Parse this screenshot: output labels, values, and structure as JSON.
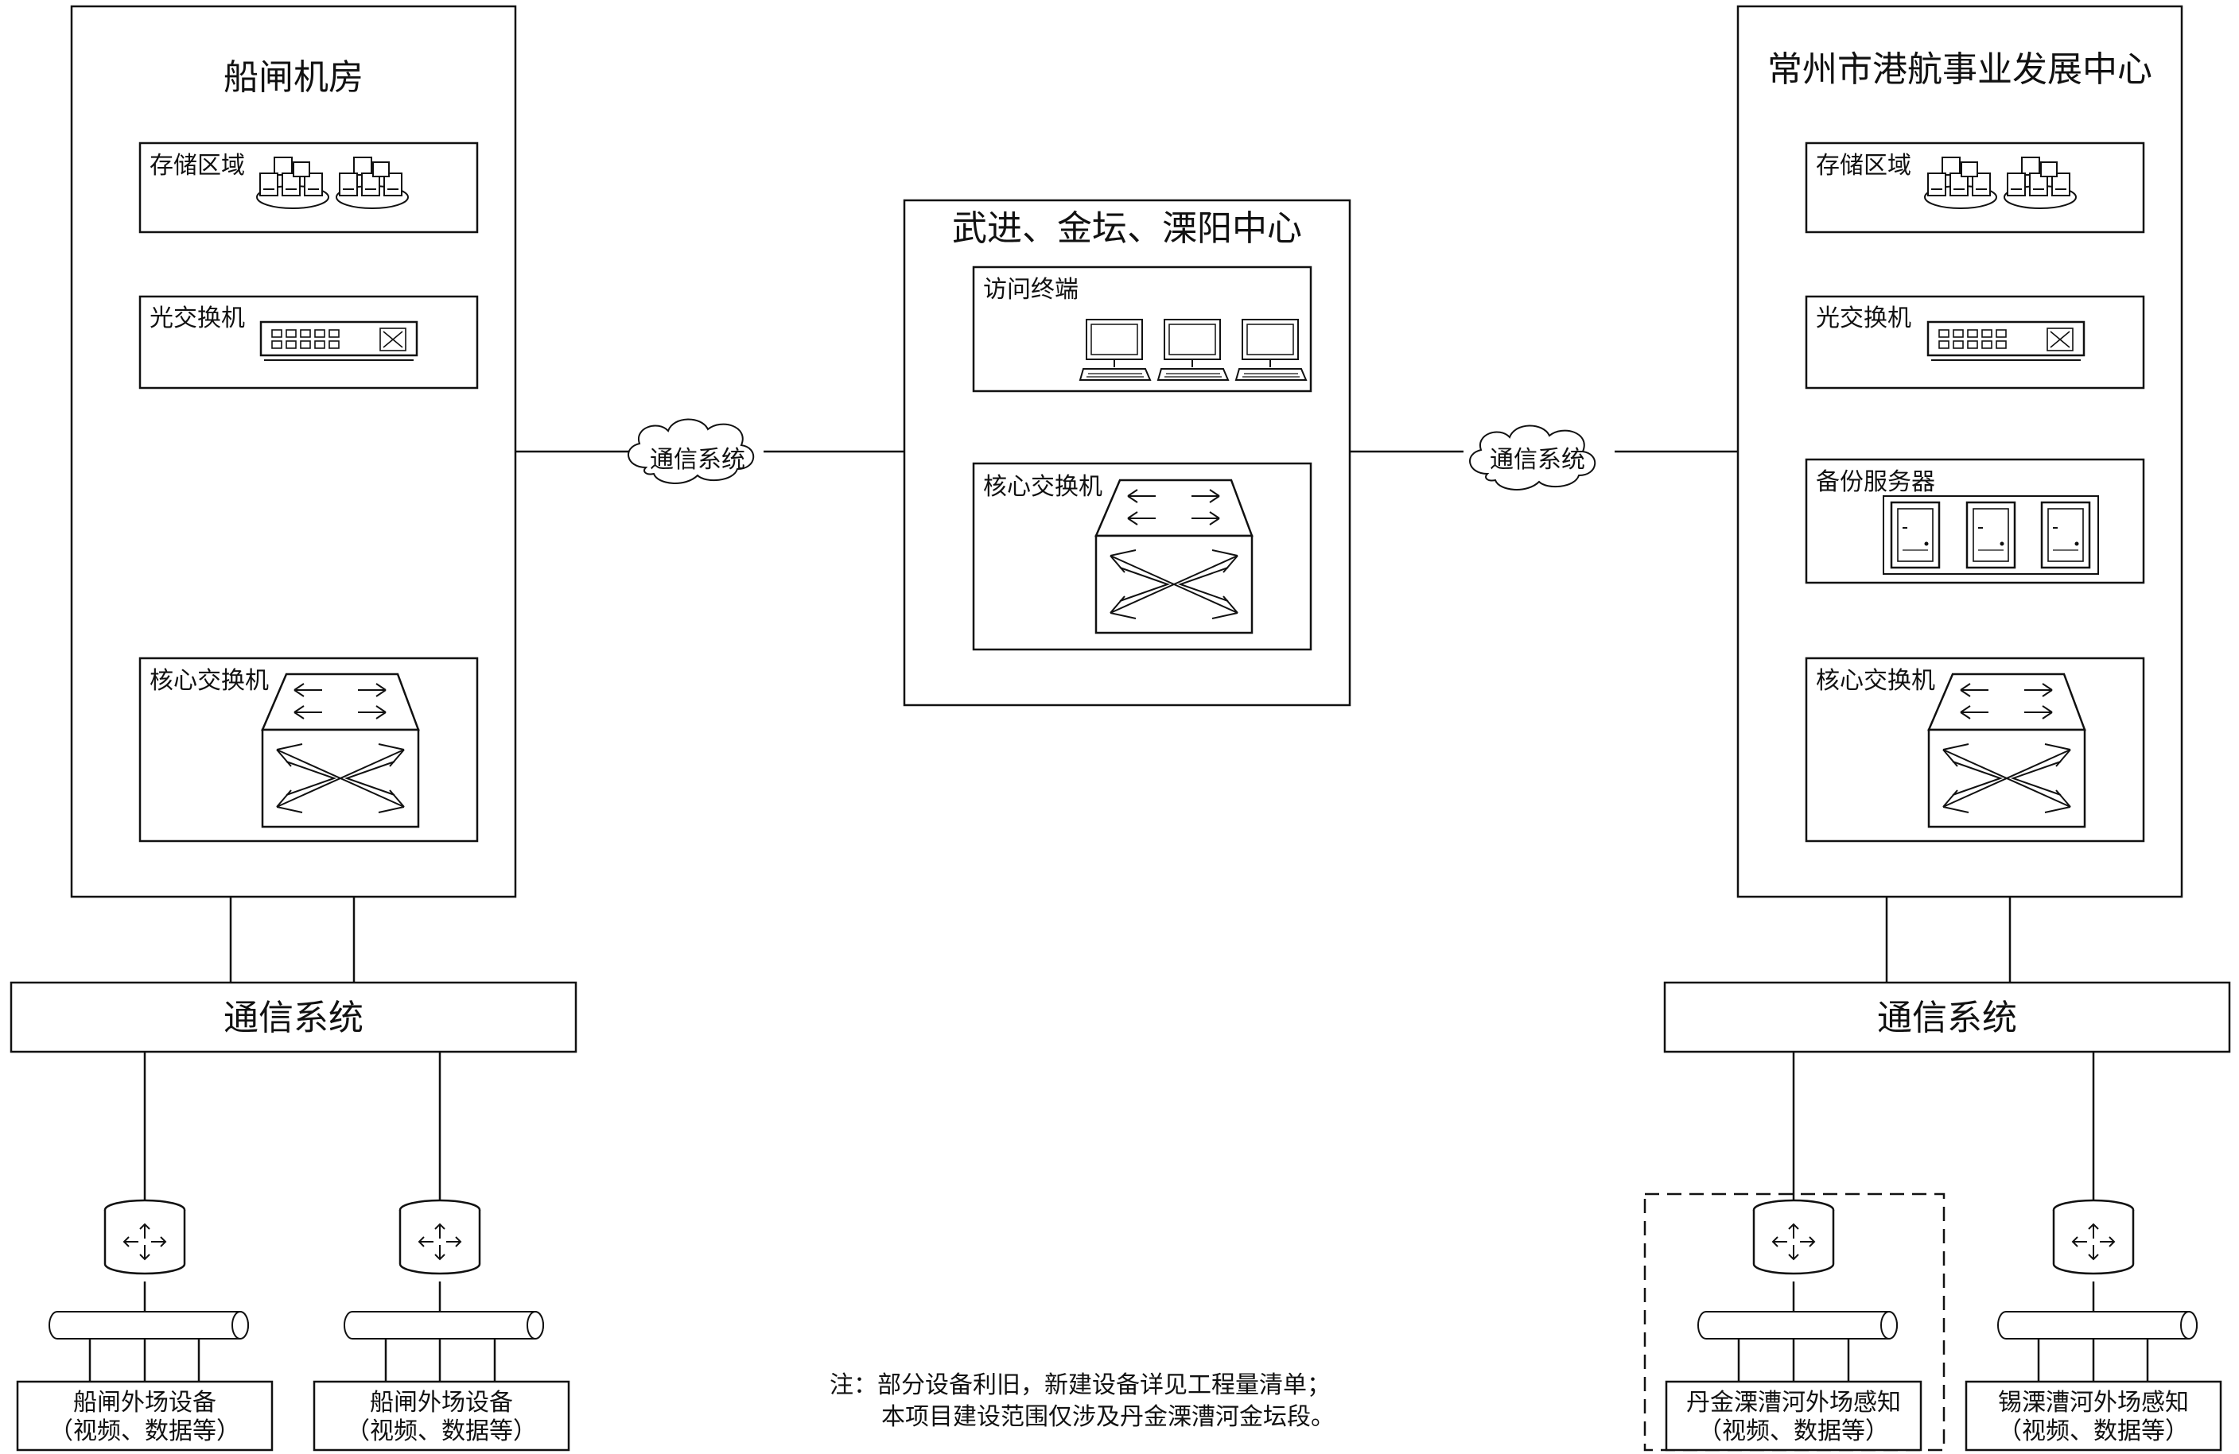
{
  "left_room": {
    "title": "船闸机房",
    "storage_label": "存储区域",
    "optical_switch_label": "光交换机",
    "core_switch_label": "核心交换机"
  },
  "middle_center": {
    "title": "武进、金坛、溧阳中心",
    "terminals_label": "访问终端",
    "core_switch_label": "核心交换机"
  },
  "right_center": {
    "title": "常州市港航事业发展中心",
    "storage_label": "存储区域",
    "optical_switch_label": "光交换机",
    "backup_label": "备份服务器",
    "core_switch_label": "核心交换机"
  },
  "clouds": {
    "left": "通信系统",
    "right": "通信系统"
  },
  "comm_bars": {
    "left": "通信系统",
    "right": "通信系统"
  },
  "field_devices": [
    {
      "line1": "船闸外场设备",
      "line2": "（视频、数据等）"
    },
    {
      "line1": "船闸外场设备",
      "line2": "（视频、数据等）"
    },
    {
      "line1": "丹金溧漕河外场感知",
      "line2": "（视频、数据等）"
    },
    {
      "line1": "锡溧漕河外场感知",
      "line2": "（视频、数据等）"
    }
  ],
  "note": {
    "line1": "注：部分设备利旧，新建设备详见工程量清单；",
    "line2": "本项目建设范围仅涉及丹金溧漕河金坛段。"
  }
}
